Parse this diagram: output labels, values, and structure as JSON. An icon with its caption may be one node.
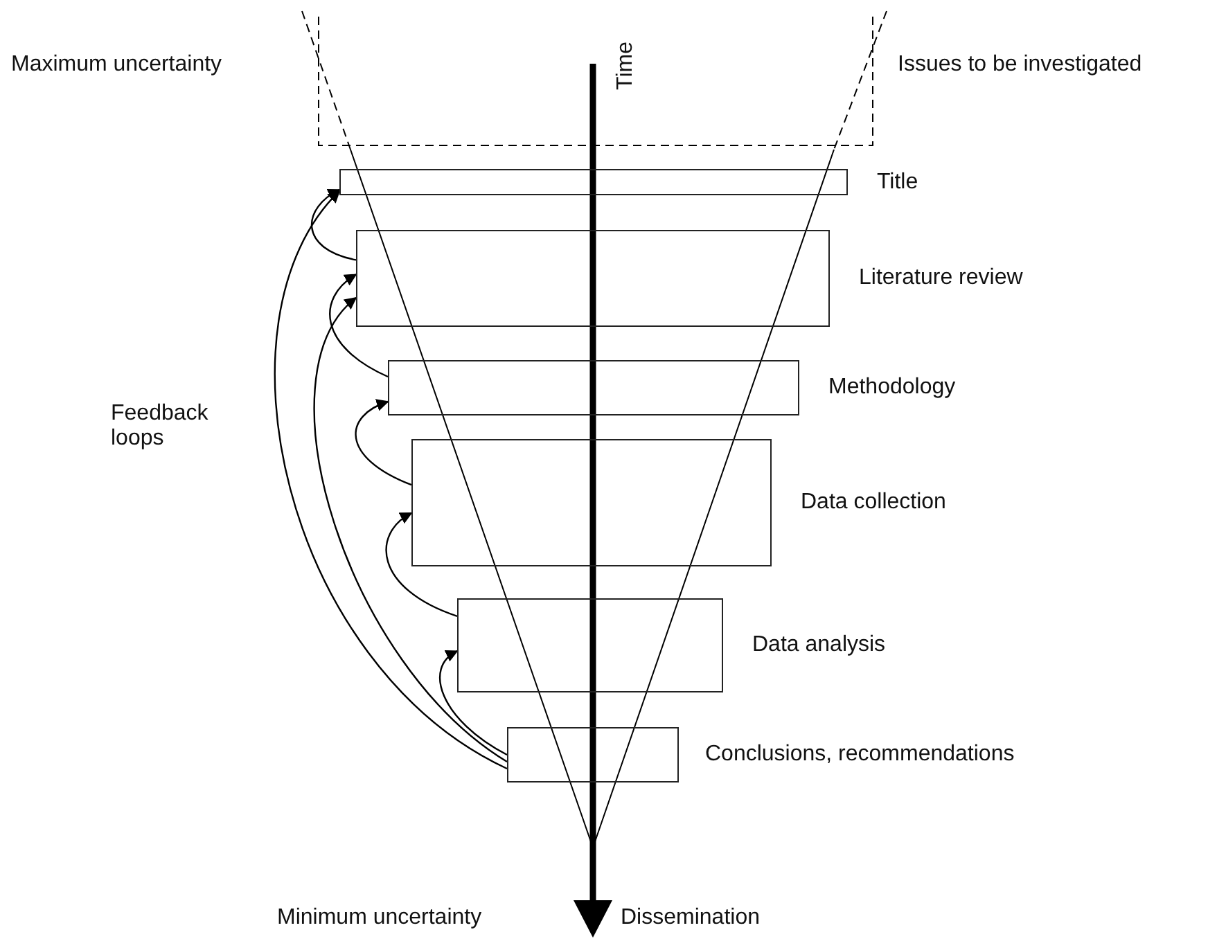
{
  "diagram": {
    "nodes": [
      {
        "text": [],
        "shape": "box",
        "beside": [
          "Title"
        ]
      },
      {
        "text": [],
        "shape": "box",
        "beside": [
          "Literature review"
        ]
      },
      {
        "text": [],
        "shape": "box",
        "beside": [
          "Methodology"
        ]
      },
      {
        "text": [],
        "shape": "box",
        "beside": [
          "Data collection"
        ]
      },
      {
        "text": [],
        "shape": "box",
        "beside": [
          "Data analysis"
        ]
      },
      {
        "text": [],
        "shape": "box",
        "beside": [
          "Conclusions, recommendations"
        ]
      }
    ],
    "edges": [
      {
        "from": 1,
        "to": 0,
        "arrow": "to"
      },
      {
        "from": 2,
        "to": 1,
        "arrow": "to"
      },
      {
        "from": 3,
        "to": 2,
        "arrow": "to"
      },
      {
        "from": 4,
        "to": 3,
        "arrow": "to"
      },
      {
        "from": 5,
        "to": 4,
        "arrow": "to"
      },
      {
        "from": 5,
        "to": 1,
        "arrow": "to"
      },
      {
        "from": 5,
        "to": 0,
        "arrow": "to"
      }
    ],
    "labels": [
      "Maximum uncertainty",
      "Issues to be investigated",
      "Time",
      "Feedback loops",
      "Minimum uncertainty",
      "Dissemination"
    ]
  }
}
